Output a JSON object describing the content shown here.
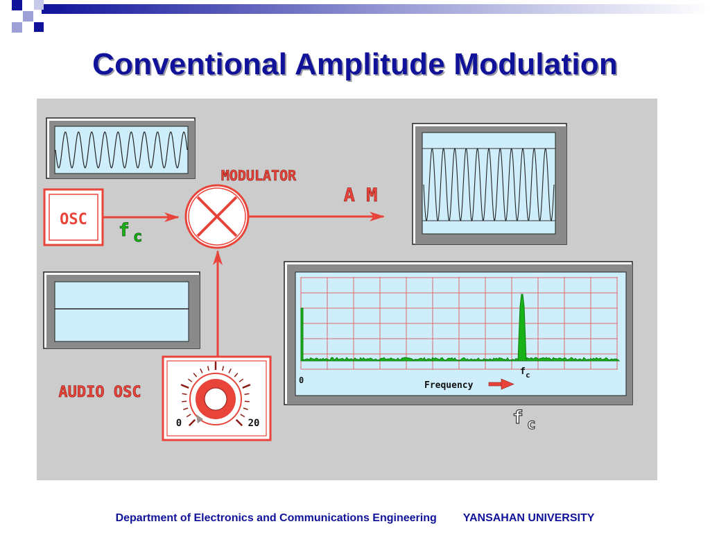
{
  "slide": {
    "title": "Conventional Amplitude Modulation"
  },
  "diagram": {
    "osc_label": "OSC",
    "modulator_label": "MODULATOR",
    "output_label": "A M",
    "carrier_f": "f",
    "carrier_sub": "c",
    "audio_osc_label": "AUDIO OSC",
    "dial_min": "0",
    "dial_max": "20",
    "spectrum_zero": "0",
    "spectrum_peak_f": "f",
    "spectrum_peak_sub": "c",
    "frequency_label": "Frequency",
    "fc_bottom_f": "f",
    "fc_bottom_sub": "c"
  },
  "footer": {
    "department": "Department of Electronics and Communications Engineering",
    "university": "YANSAHAN UNIVERSITY"
  },
  "colors": {
    "title": "#10129a",
    "diagram_bg": "#cccccc",
    "red": "#e8443a",
    "green": "#19b319",
    "screen": "#cfeefc"
  },
  "icons": {
    "osc_arrow": "arrow-right-icon",
    "modulator": "multiplier-x-icon",
    "frequency_arrow": "arrow-right-icon"
  }
}
